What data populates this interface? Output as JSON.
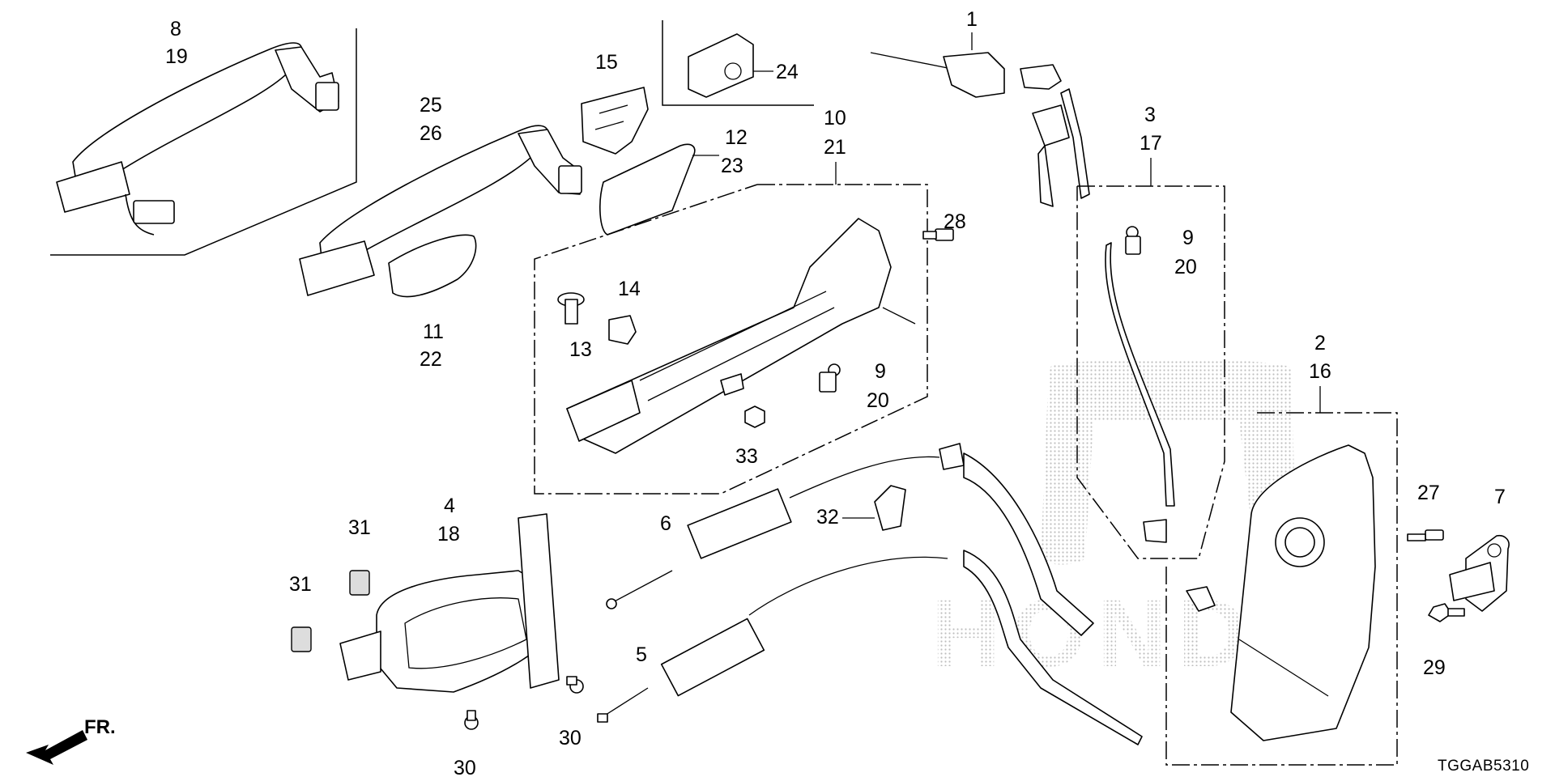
{
  "diagram": {
    "code": "TGGAB5310",
    "direction_label": "FR.",
    "watermark": "HONDA",
    "callouts": {
      "p1": "1",
      "p2": "2",
      "p3": "3",
      "p4": "4",
      "p5": "5",
      "p6": "6",
      "p7": "7",
      "p8": "8",
      "p9a": "9",
      "p9b": "9",
      "p10": "10",
      "p11": "11",
      "p12": "12",
      "p13": "13",
      "p14": "14",
      "p15": "15",
      "p16": "16",
      "p17": "17",
      "p18": "18",
      "p19": "19",
      "p20a": "20",
      "p20b": "20",
      "p21": "21",
      "p22": "22",
      "p23": "23",
      "p24": "24",
      "p25": "25",
      "p26": "26",
      "p27": "27",
      "p28": "28",
      "p29": "29",
      "p30a": "30",
      "p30b": "30",
      "p31a": "31",
      "p31b": "31",
      "p32": "32",
      "p33": "33"
    },
    "icons": {
      "direction_arrow": "arrow-left-down-icon",
      "key_logo": "h-logo-icon"
    }
  }
}
